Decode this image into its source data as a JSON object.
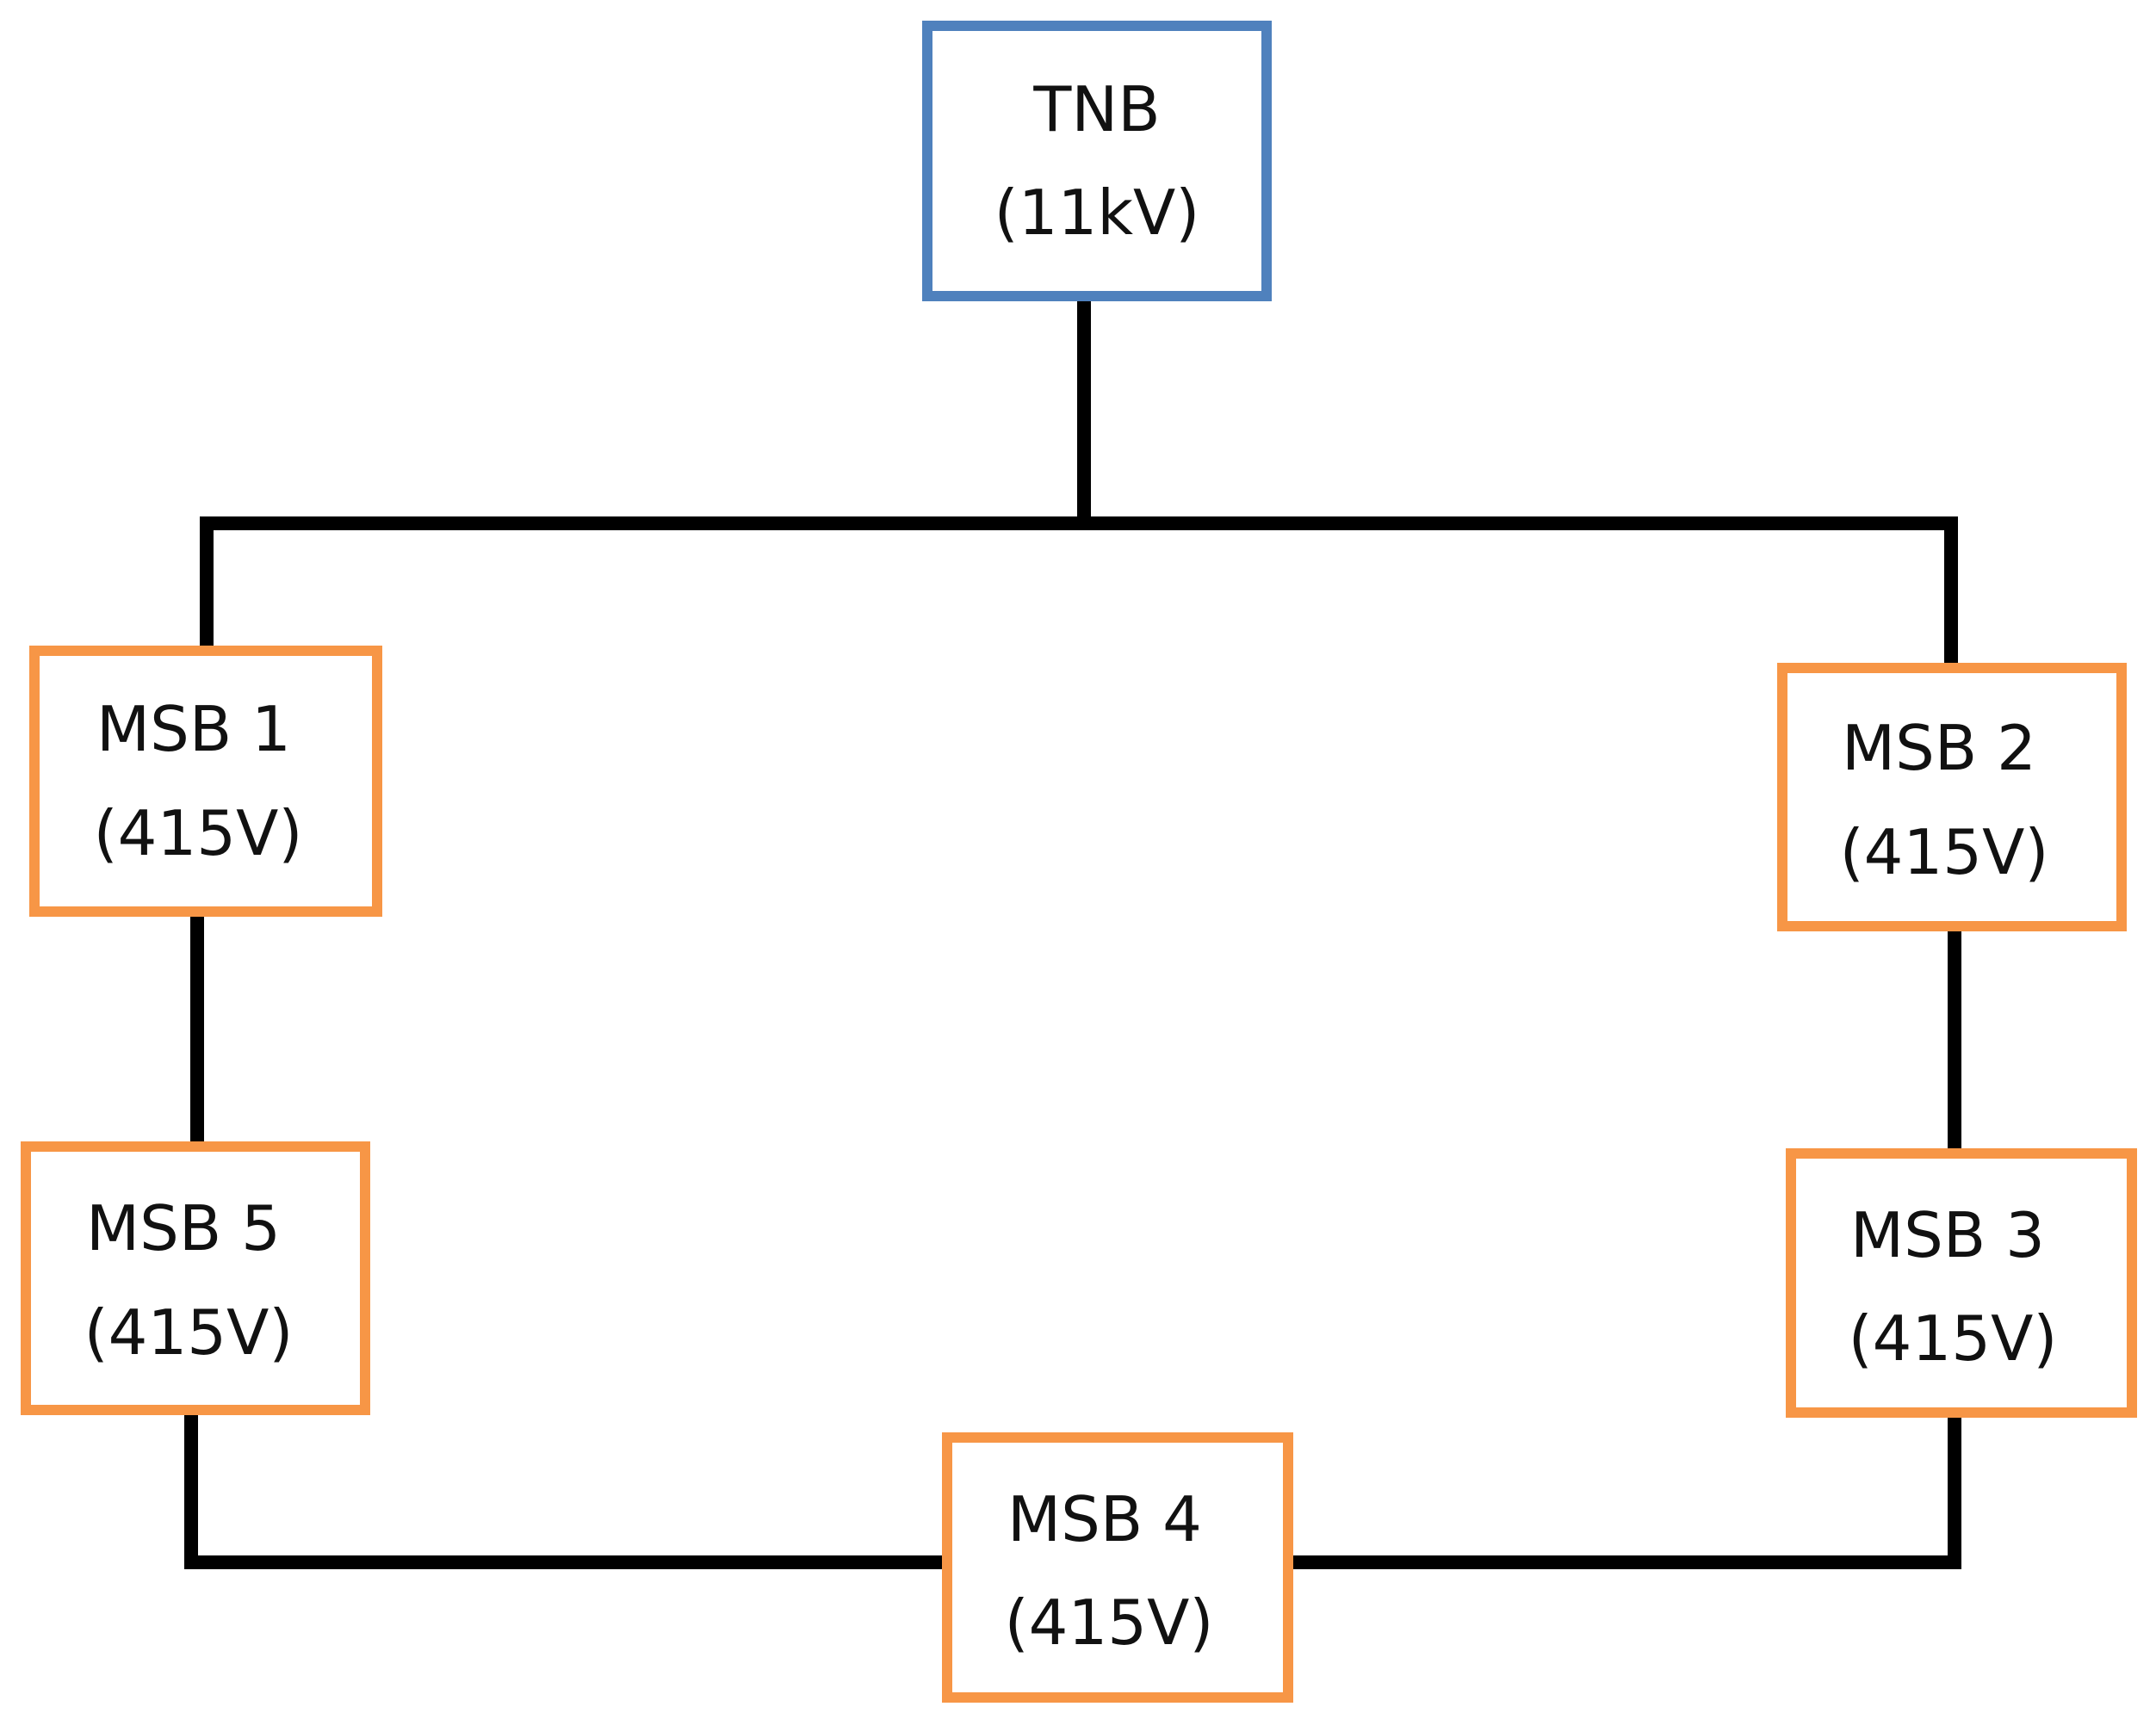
{
  "diagram": {
    "colors": {
      "source_border": "#4f81bd",
      "switchboard_border": "#f79646",
      "connector": "#000000",
      "text": "#111111"
    },
    "nodes": {
      "tnb": {
        "name": "TNB",
        "rating": "(11kV)"
      },
      "msb1": {
        "name": "MSB 1",
        "rating": "(415V)"
      },
      "msb2": {
        "name": "MSB 2",
        "rating": "(415V)"
      },
      "msb3": {
        "name": "MSB 3",
        "rating": "(415V)"
      },
      "msb4": {
        "name": "MSB 4",
        "rating": "(415V)"
      },
      "msb5": {
        "name": "MSB 5",
        "rating": "(415V)"
      }
    },
    "connections": [
      [
        "tnb",
        "msb1"
      ],
      [
        "tnb",
        "msb2"
      ],
      [
        "msb1",
        "msb5"
      ],
      [
        "msb2",
        "msb3"
      ],
      [
        "msb5",
        "msb4"
      ],
      [
        "msb3",
        "msb4"
      ]
    ]
  }
}
